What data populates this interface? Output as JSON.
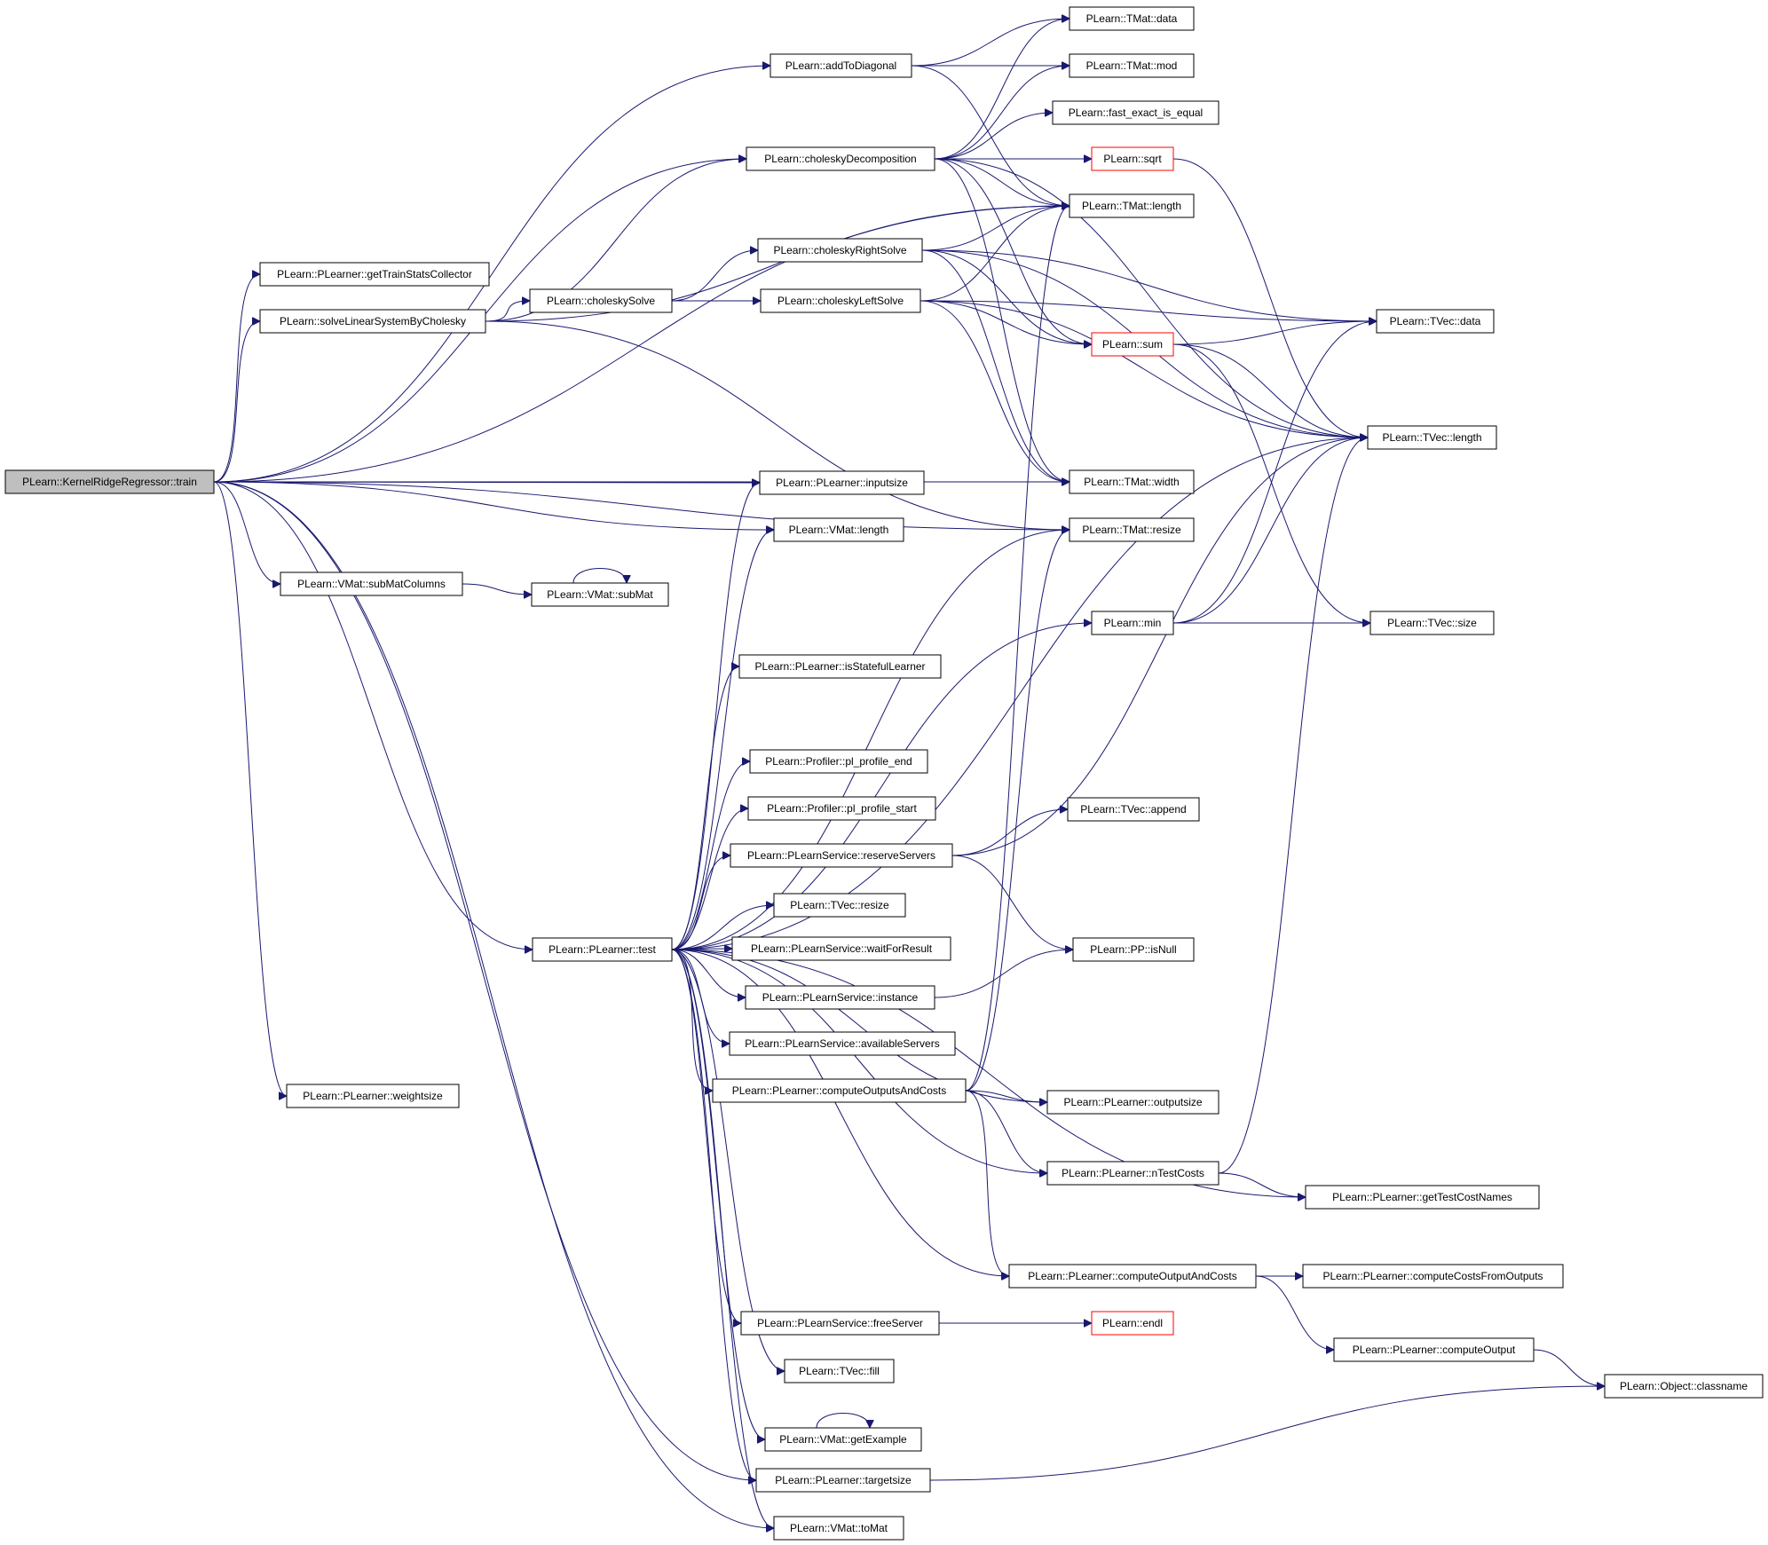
{
  "colors": {
    "edge": "#191970",
    "root_fill": "#bfbfbf",
    "node_border": "#000000",
    "truncated_border": "#ff0000"
  },
  "nodes": [
    {
      "id": "train",
      "label": "PLearn::KernelRidgeRegressor::train",
      "role": "root"
    },
    {
      "id": "addToDiagonal",
      "label": "PLearn::addToDiagonal"
    },
    {
      "id": "tmat_data",
      "label": "PLearn::TMat::data"
    },
    {
      "id": "tmat_mod",
      "label": "PLearn::TMat::mod"
    },
    {
      "id": "fast_exact",
      "label": "PLearn::fast_exact_is_equal"
    },
    {
      "id": "cholDec",
      "label": "PLearn::choleskyDecomposition"
    },
    {
      "id": "sqrt",
      "label": "PLearn::sqrt",
      "truncated": true
    },
    {
      "id": "tmat_length",
      "label": "PLearn::TMat::length"
    },
    {
      "id": "cholRight",
      "label": "PLearn::choleskyRightSolve"
    },
    {
      "id": "getTrainStats",
      "label": "PLearn::PLearner::getTrainStatsCollector"
    },
    {
      "id": "solveLin",
      "label": "PLearn::solveLinearSystemByCholesky"
    },
    {
      "id": "cholSolve",
      "label": "PLearn::choleskySolve"
    },
    {
      "id": "cholLeft",
      "label": "PLearn::choleskyLeftSolve"
    },
    {
      "id": "sum",
      "label": "PLearn::sum",
      "truncated": true
    },
    {
      "id": "tvec_data",
      "label": "PLearn::TVec::data"
    },
    {
      "id": "tvec_length",
      "label": "PLearn::TVec::length"
    },
    {
      "id": "tmat_width",
      "label": "PLearn::TMat::width"
    },
    {
      "id": "inputsize",
      "label": "PLearn::PLearner::inputsize"
    },
    {
      "id": "vmat_length",
      "label": "PLearn::VMat::length"
    },
    {
      "id": "tmat_resize",
      "label": "PLearn::TMat::resize"
    },
    {
      "id": "subMatColumns",
      "label": "PLearn::VMat::subMatColumns"
    },
    {
      "id": "subMat",
      "label": "PLearn::VMat::subMat"
    },
    {
      "id": "min",
      "label": "PLearn::min"
    },
    {
      "id": "tvec_size",
      "label": "PLearn::TVec::size"
    },
    {
      "id": "isStateful",
      "label": "PLearn::PLearner::isStatefulLearner"
    },
    {
      "id": "profEnd",
      "label": "PLearn::Profiler::pl_profile_end"
    },
    {
      "id": "profStart",
      "label": "PLearn::Profiler::pl_profile_start"
    },
    {
      "id": "reserveServers",
      "label": "PLearn::PLearnService::reserveServers"
    },
    {
      "id": "tvec_append",
      "label": "PLearn::TVec::append"
    },
    {
      "id": "tvec_resize",
      "label": "PLearn::TVec::resize"
    },
    {
      "id": "test",
      "label": "PLearn::PLearner::test"
    },
    {
      "id": "waitForResult",
      "label": "PLearn::PLearnService::waitForResult"
    },
    {
      "id": "isNull",
      "label": "PLearn::PP::isNull"
    },
    {
      "id": "instance",
      "label": "PLearn::PLearnService::instance"
    },
    {
      "id": "availServers",
      "label": "PLearn::PLearnService::availableServers"
    },
    {
      "id": "computeOutputsAndCosts",
      "label": "PLearn::PLearner::computeOutputsAndCosts"
    },
    {
      "id": "outputsize",
      "label": "PLearn::PLearner::outputsize"
    },
    {
      "id": "weightsize",
      "label": "PLearn::PLearner::weightsize"
    },
    {
      "id": "nTestCosts",
      "label": "PLearn::PLearner::nTestCosts"
    },
    {
      "id": "getTestCostNames",
      "label": "PLearn::PLearner::getTestCostNames"
    },
    {
      "id": "computeOutputAndCosts",
      "label": "PLearn::PLearner::computeOutputAndCosts"
    },
    {
      "id": "computeCostsFromOutputs",
      "label": "PLearn::PLearner::computeCostsFromOutputs"
    },
    {
      "id": "freeServer",
      "label": "PLearn::PLearnService::freeServer"
    },
    {
      "id": "endl",
      "label": "PLearn::endl",
      "truncated": true
    },
    {
      "id": "computeOutput",
      "label": "PLearn::PLearner::computeOutput"
    },
    {
      "id": "classname",
      "label": "PLearn::Object::classname"
    },
    {
      "id": "tvec_fill",
      "label": "PLearn::TVec::fill"
    },
    {
      "id": "getExample",
      "label": "PLearn::VMat::getExample"
    },
    {
      "id": "targetsize",
      "label": "PLearn::PLearner::targetsize"
    },
    {
      "id": "toMat",
      "label": "PLearn::VMat::toMat"
    }
  ],
  "edges": [
    [
      "train",
      "addToDiagonal"
    ],
    [
      "train",
      "tmat_length"
    ],
    [
      "train",
      "cholDec"
    ],
    [
      "train",
      "getTrainStats"
    ],
    [
      "train",
      "solveLin"
    ],
    [
      "train",
      "tmat_width"
    ],
    [
      "train",
      "tmat_resize"
    ],
    [
      "train",
      "inputsize"
    ],
    [
      "train",
      "vmat_length"
    ],
    [
      "train",
      "subMatColumns"
    ],
    [
      "train",
      "test"
    ],
    [
      "train",
      "weightsize"
    ],
    [
      "train",
      "targetsize"
    ],
    [
      "train",
      "toMat"
    ],
    [
      "addToDiagonal",
      "tmat_data"
    ],
    [
      "addToDiagonal",
      "tmat_mod"
    ],
    [
      "addToDiagonal",
      "tmat_length"
    ],
    [
      "cholDec",
      "tmat_data"
    ],
    [
      "cholDec",
      "tmat_mod"
    ],
    [
      "cholDec",
      "fast_exact"
    ],
    [
      "cholDec",
      "sqrt"
    ],
    [
      "cholDec",
      "tmat_length"
    ],
    [
      "cholDec",
      "sum"
    ],
    [
      "cholDec",
      "tmat_width"
    ],
    [
      "cholDec",
      "tvec_length"
    ],
    [
      "solveLin",
      "cholDec"
    ],
    [
      "solveLin",
      "tmat_length"
    ],
    [
      "solveLin",
      "cholSolve"
    ],
    [
      "solveLin",
      "tmat_resize"
    ],
    [
      "cholSolve",
      "cholRight"
    ],
    [
      "cholSolve",
      "cholLeft"
    ],
    [
      "cholRight",
      "tmat_length"
    ],
    [
      "cholRight",
      "sum"
    ],
    [
      "cholRight",
      "tvec_data"
    ],
    [
      "cholRight",
      "tmat_width"
    ],
    [
      "cholRight",
      "tvec_length"
    ],
    [
      "cholLeft",
      "tmat_length"
    ],
    [
      "cholLeft",
      "sum"
    ],
    [
      "cholLeft",
      "tvec_data"
    ],
    [
      "cholLeft",
      "tmat_width"
    ],
    [
      "cholLeft",
      "tvec_length"
    ],
    [
      "sqrt",
      "tvec_length"
    ],
    [
      "sum",
      "tvec_data"
    ],
    [
      "sum",
      "tvec_length"
    ],
    [
      "sum",
      "tvec_size"
    ],
    [
      "subMatColumns",
      "subMat"
    ],
    [
      "subMat",
      "subMat"
    ],
    [
      "min",
      "tvec_data"
    ],
    [
      "min",
      "tvec_length"
    ],
    [
      "min",
      "tvec_size"
    ],
    [
      "reserveServers",
      "tvec_append"
    ],
    [
      "reserveServers",
      "isNull"
    ],
    [
      "reserveServers",
      "tvec_length"
    ],
    [
      "test",
      "inputsize"
    ],
    [
      "test",
      "vmat_length"
    ],
    [
      "test",
      "tvec_length"
    ],
    [
      "test",
      "min"
    ],
    [
      "test",
      "isStateful"
    ],
    [
      "test",
      "profEnd"
    ],
    [
      "test",
      "profStart"
    ],
    [
      "test",
      "reserveServers"
    ],
    [
      "test",
      "tvec_resize"
    ],
    [
      "test",
      "waitForResult"
    ],
    [
      "test",
      "instance"
    ],
    [
      "test",
      "availServers"
    ],
    [
      "test",
      "computeOutputsAndCosts"
    ],
    [
      "test",
      "tmat_resize"
    ],
    [
      "test",
      "outputsize"
    ],
    [
      "test",
      "nTestCosts"
    ],
    [
      "test",
      "getTestCostNames"
    ],
    [
      "test",
      "computeOutputAndCosts"
    ],
    [
      "test",
      "freeServer"
    ],
    [
      "test",
      "tvec_fill"
    ],
    [
      "test",
      "getExample"
    ],
    [
      "test",
      "targetsize"
    ],
    [
      "test",
      "toMat"
    ],
    [
      "instance",
      "isNull"
    ],
    [
      "computeOutputsAndCosts",
      "tmat_length"
    ],
    [
      "computeOutputsAndCosts",
      "tmat_resize"
    ],
    [
      "computeOutputsAndCosts",
      "outputsize"
    ],
    [
      "computeOutputsAndCosts",
      "nTestCosts"
    ],
    [
      "computeOutputsAndCosts",
      "computeOutputAndCosts"
    ],
    [
      "nTestCosts",
      "getTestCostNames"
    ],
    [
      "nTestCosts",
      "tvec_length"
    ],
    [
      "computeOutputAndCosts",
      "computeCostsFromOutputs"
    ],
    [
      "computeOutputAndCosts",
      "computeOutput"
    ],
    [
      "computeOutput",
      "classname"
    ],
    [
      "freeServer",
      "endl"
    ],
    [
      "getExample",
      "getExample"
    ],
    [
      "targetsize",
      "classname"
    ]
  ]
}
